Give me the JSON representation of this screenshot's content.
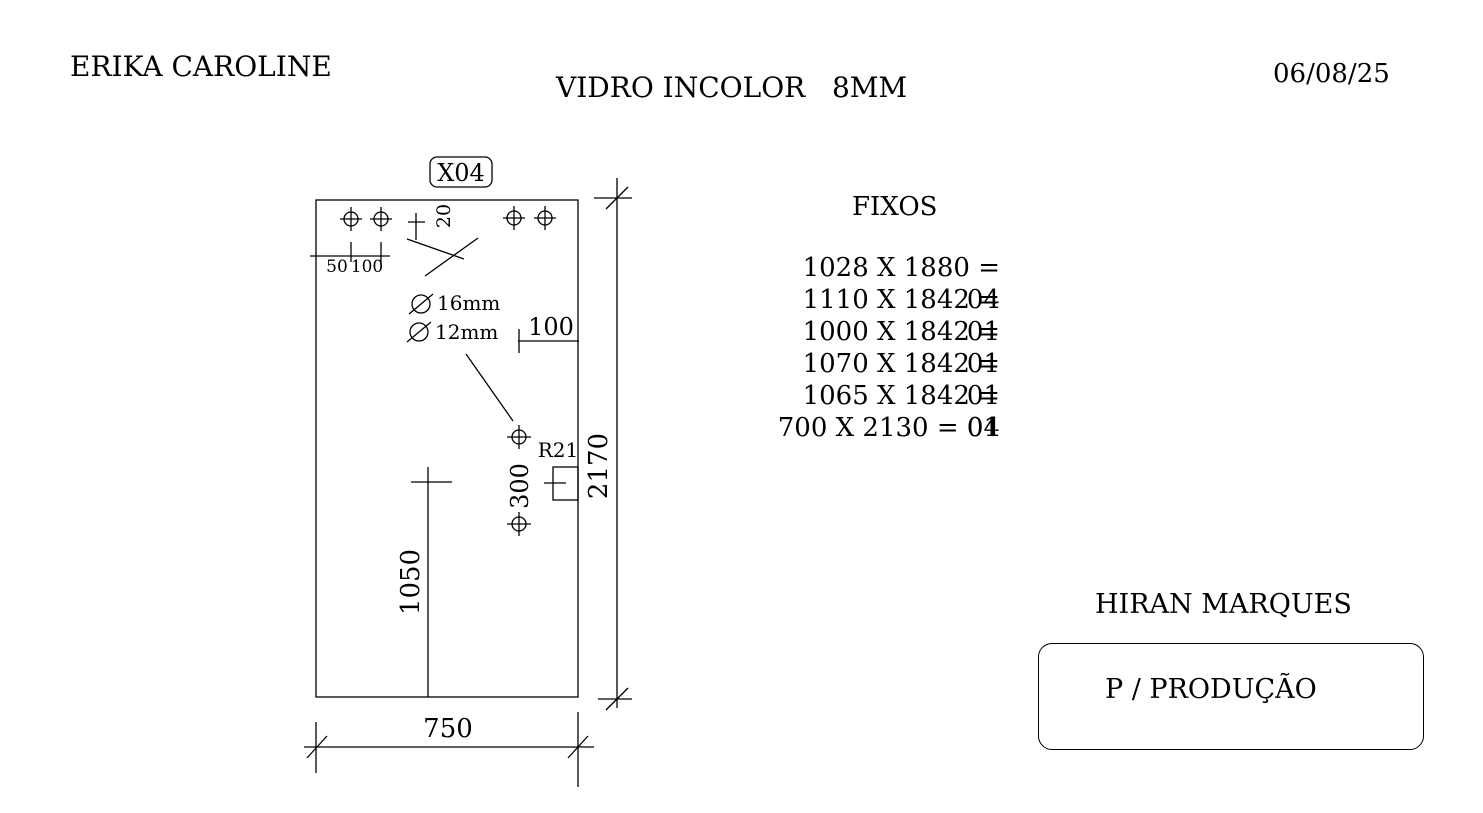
{
  "header": {
    "client_name": "ERIKA CAROLINE",
    "glass_spec": "VIDRO INCOLOR   8MM",
    "date": "06/08/25"
  },
  "drawing": {
    "piece_code": "X04",
    "width_dim": "750",
    "height_dim": "2170",
    "top_offset_dim": "20",
    "left_hole_dims": [
      "50",
      "100"
    ],
    "hole_diameter_large": "16mm",
    "hole_diameter_small": "12mm",
    "side_offset_dim": "100",
    "radius_label": "R21",
    "hole_spacing_dim": "300",
    "handle_height_dim": "1050"
  },
  "fixos": {
    "title": "FIXOS",
    "items": [
      "1028 X 1880 = 04",
      "1110 X 1842 = 01",
      "1000 X 1842 = 01",
      "1070 X 1842 = 01",
      "1065 X 1842 = 01",
      "700 X 2130 = 04"
    ]
  },
  "footer": {
    "person": "HIRAN MARQUES",
    "destination": "P / PRODUÇÃO"
  }
}
